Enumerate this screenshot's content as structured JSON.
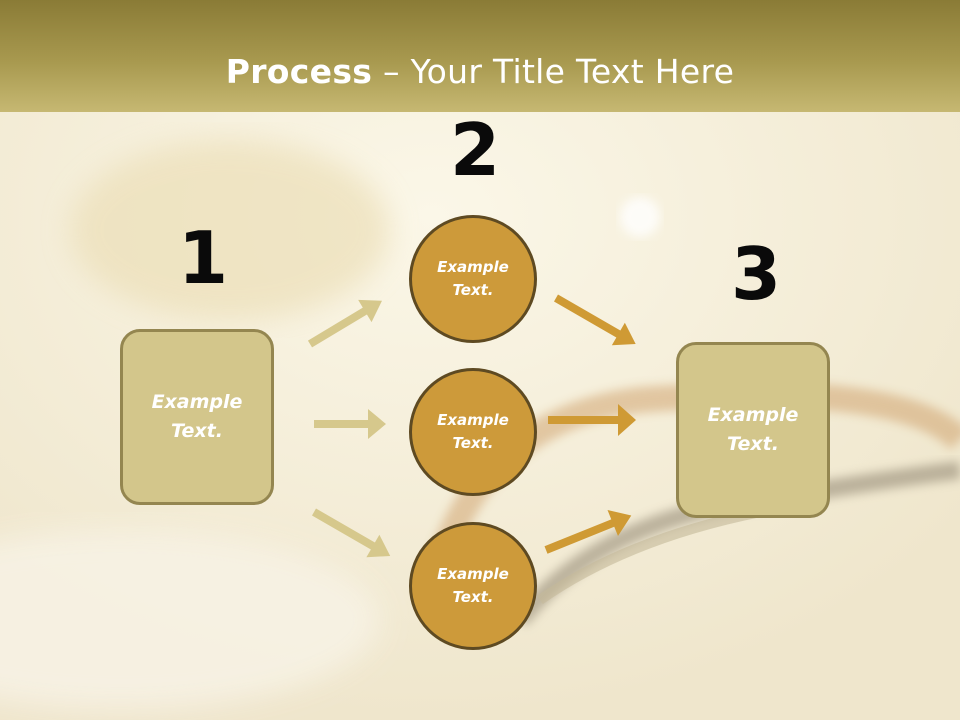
{
  "title": {
    "bold": "Process",
    "rest": " – Your Title Text Here"
  },
  "steps": [
    {
      "number": "1",
      "text": "Example\nText."
    },
    {
      "number": "2",
      "items": [
        {
          "text": "Example\nText."
        },
        {
          "text": "Example\nText."
        },
        {
          "text": "Example\nText."
        }
      ]
    },
    {
      "number": "3",
      "text": "Example\nText."
    }
  ],
  "colors": {
    "title_bar": "#a8994f",
    "box_fill": "#d3c68b",
    "circle_fill": "#cd9a3a",
    "arrow_light": "#d6c88c",
    "arrow_dark": "#cf9a34"
  }
}
